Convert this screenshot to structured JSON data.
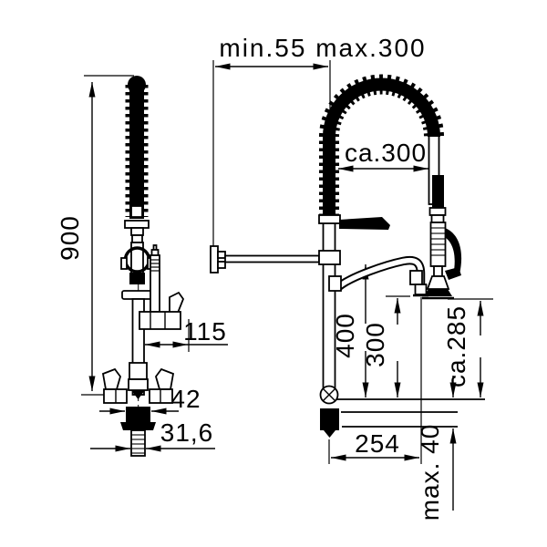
{
  "drawing": {
    "type": "technical-dimension-drawing",
    "subject": "pre-rinse spray mixer tap, two orthographic views",
    "ink": "#000000",
    "background": "#ffffff"
  },
  "views": {
    "side": {
      "dims": {
        "overall_height": "900",
        "spout_offset": "115",
        "base_width": "42",
        "shank_diameter": "31,6"
      }
    },
    "front": {
      "dims": {
        "wall_bracket_range": "min.55 max.300",
        "hose_arch_width": "ca.300",
        "support_bar_height": "400",
        "spout_outlet_height": "300",
        "spray_head_height": "ca.285",
        "deck_thickness": "max. 40",
        "spout_reach": "254"
      }
    }
  }
}
